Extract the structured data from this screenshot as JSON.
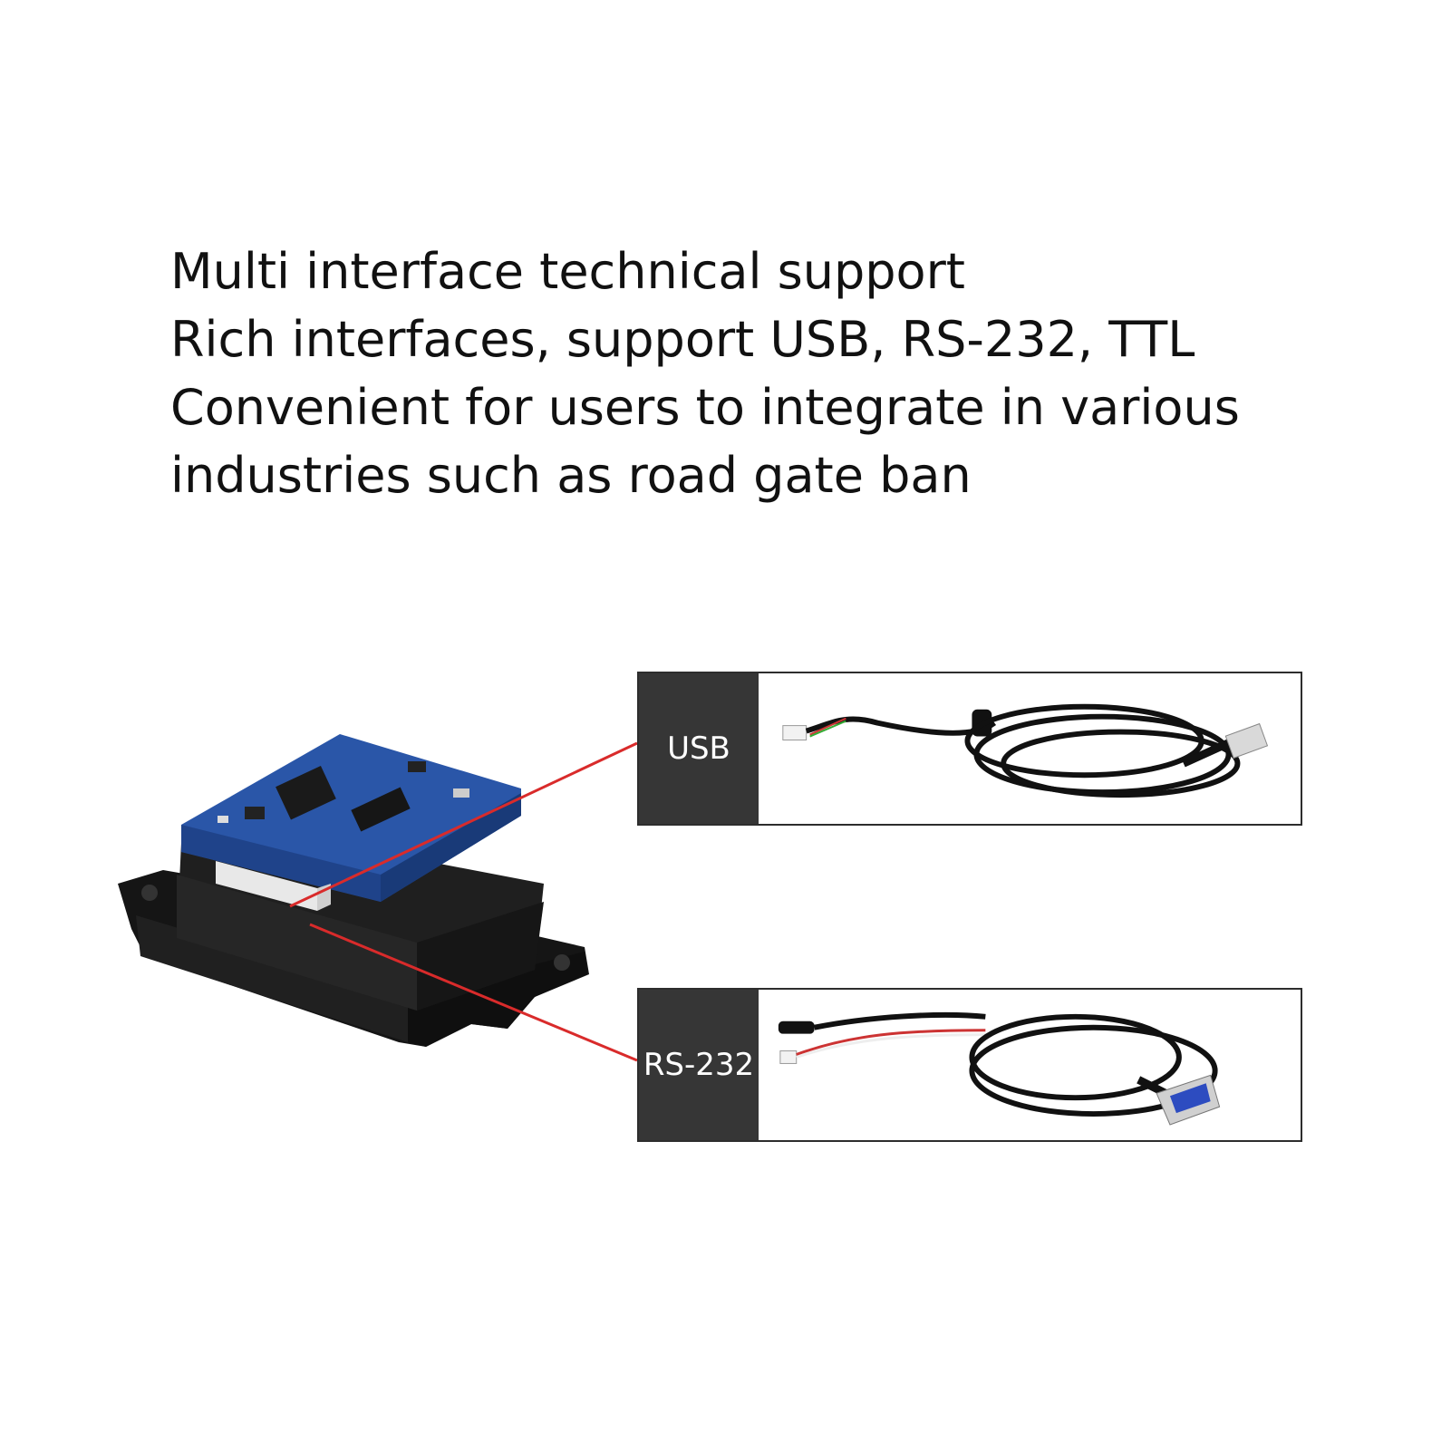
{
  "headline": {
    "line1": "Multi interface technical support",
    "line2": "Rich interfaces, support USB, RS-232, TTL",
    "line3": "Convenient for users to integrate in various",
    "line4": "industries such as road gate ban"
  },
  "interfaces": [
    {
      "label": "USB",
      "cable_icon": "usb-cable-icon"
    },
    {
      "label": "RS-232",
      "cable_icon": "db9-serial-cable-icon"
    }
  ],
  "colors": {
    "label_bg": "#363636",
    "leader_line": "#d92b2b",
    "pcb_blue": "#2a56a8",
    "housing": "#1c1c1c"
  }
}
